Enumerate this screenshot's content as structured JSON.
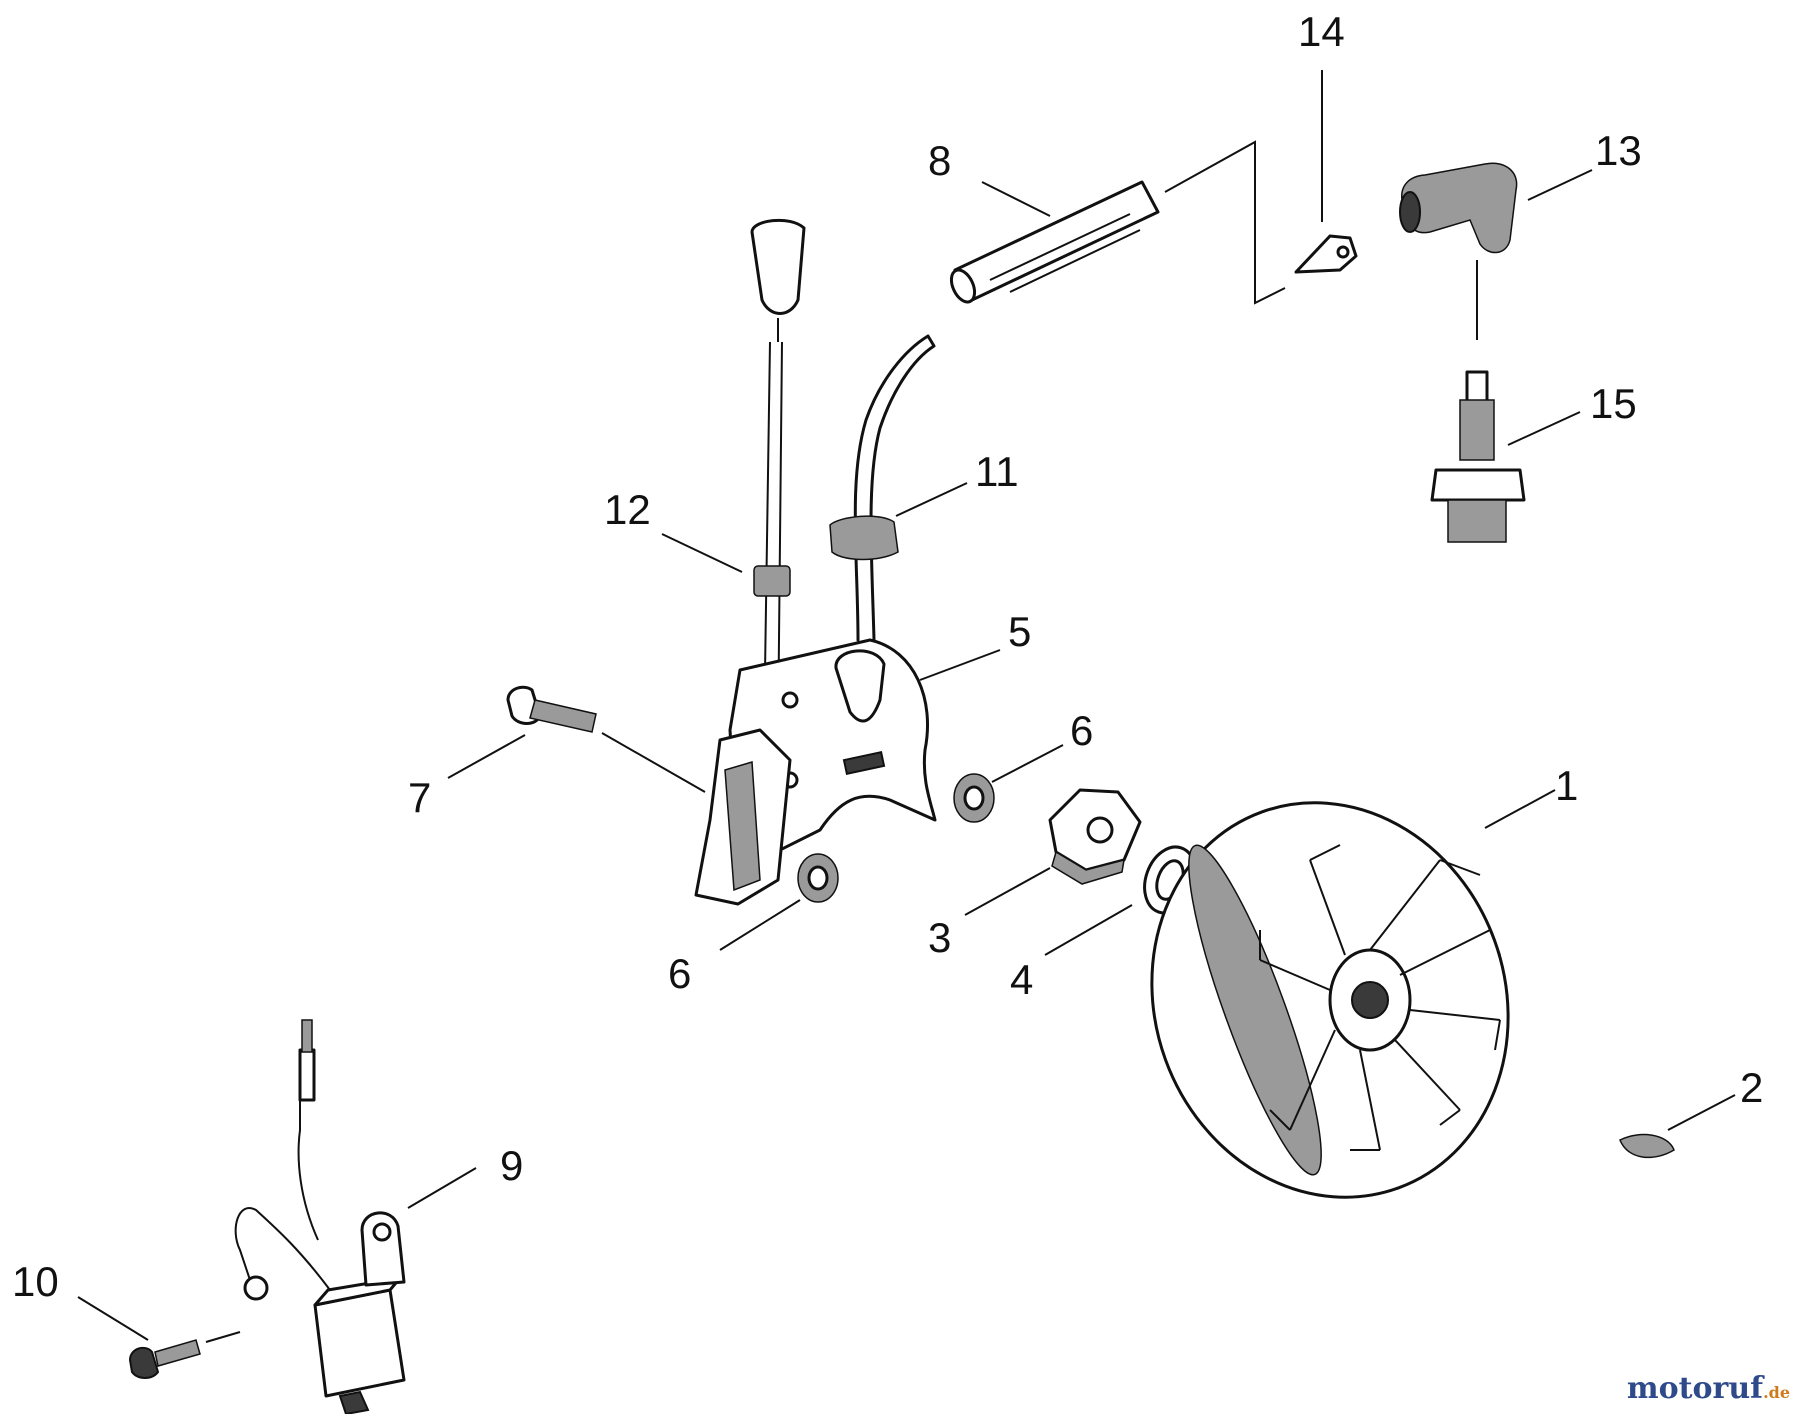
{
  "labels": {
    "p1": "1",
    "p2": "2",
    "p3": "3",
    "p4": "4",
    "p5": "5",
    "p6a": "6",
    "p6b": "6",
    "p7": "7",
    "p8": "8",
    "p9": "9",
    "p10": "10",
    "p11": "11",
    "p12": "12",
    "p13": "13",
    "p14": "14",
    "p15": "15"
  },
  "watermark": {
    "brand": "motoruf",
    "tld": ".de"
  }
}
